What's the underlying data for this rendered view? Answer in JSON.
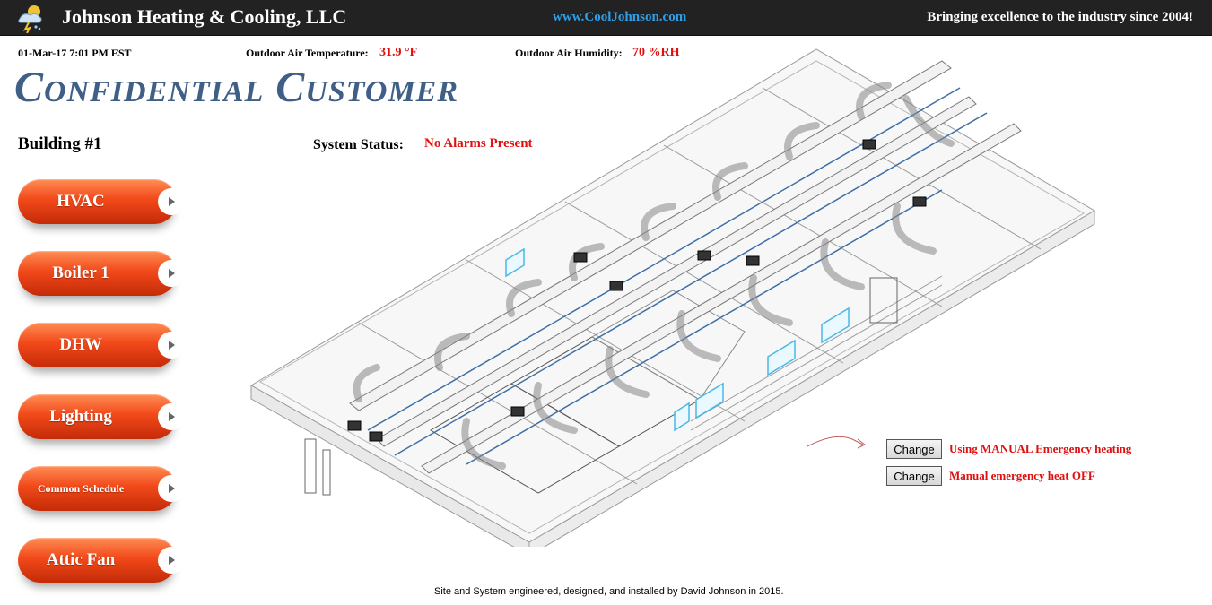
{
  "header": {
    "company": "Johnson Heating & Cooling, LLC",
    "website": "www.CoolJohnson.com",
    "tagline": "Bringing excellence to the industry since 2004!"
  },
  "info": {
    "datetime": "01-Mar-17 7:01 PM EST",
    "temp_label": "Outdoor Air Temperature:",
    "temp_value": "31.9 °F",
    "humidity_label": "Outdoor Air Humidity:",
    "humidity_value": "70 %RH"
  },
  "customer": "Confidential Customer",
  "building": "Building #1",
  "system_status": {
    "label": "System Status:",
    "value": "No Alarms Present"
  },
  "nav": [
    {
      "label": "HVAC"
    },
    {
      "label": "Boiler 1"
    },
    {
      "label": "DHW"
    },
    {
      "label": "Lighting"
    },
    {
      "label": "Common Schedule"
    },
    {
      "label": "Attic Fan"
    }
  ],
  "emergency": [
    {
      "button": "Change",
      "status": "Using MANUAL Emergency heating"
    },
    {
      "button": "Change",
      "status": "Manual emergency heat OFF"
    }
  ],
  "footer": "Site and System engineered, designed, and installed by David Johnson in 2015.",
  "colors": {
    "header_bg": "#222222",
    "link": "#2f9fe8",
    "alarm_red": "#e01010",
    "title_blue": "#3f5f86",
    "button_orange": "#f2491a"
  }
}
